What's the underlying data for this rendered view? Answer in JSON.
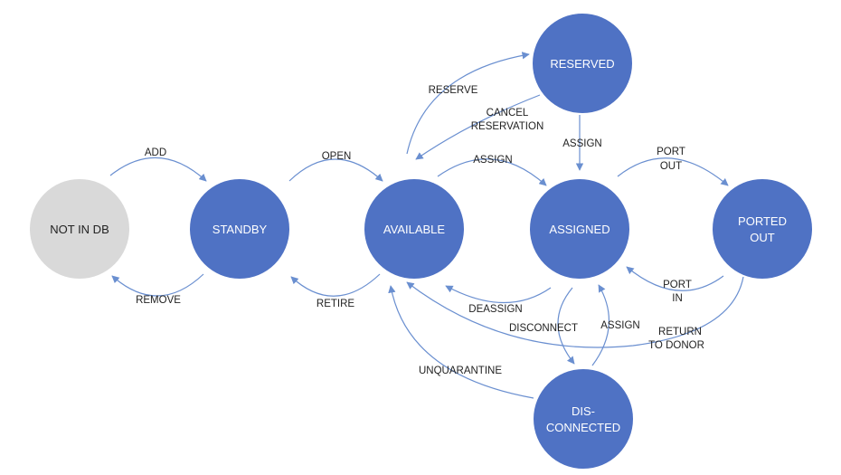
{
  "colors": {
    "state_fill": "#4f72c4",
    "inactive_fill": "#d9d9d9",
    "arrow": "#6a8fd0",
    "label_text": "#222222"
  },
  "states": {
    "not_in_db": "NOT IN DB",
    "standby": "STANDBY",
    "available": "AVAILABLE",
    "assigned": "ASSIGNED",
    "reserved": "RESERVED",
    "ported_out": [
      "PORTED",
      "OUT"
    ],
    "disconnected": [
      "DIS-",
      "CONNECTED"
    ]
  },
  "transitions": {
    "add": "ADD",
    "remove": "REMOVE",
    "open": "OPEN",
    "retire": "RETIRE",
    "reserve": "RESERVE",
    "cancel_reservation": [
      "CANCEL",
      "RESERVATION"
    ],
    "assign_from_reserved": "ASSIGN",
    "assign_from_available": "ASSIGN",
    "deassign": "DEASSIGN",
    "port_out": [
      "PORT",
      "OUT"
    ],
    "port_in": [
      "PORT",
      "IN"
    ],
    "disconnect": "DISCONNECT",
    "assign_from_disconnected": "ASSIGN",
    "return_to_donor": [
      "RETURN",
      "TO DONOR"
    ],
    "unquarantine": "UNQUARANTINE"
  }
}
